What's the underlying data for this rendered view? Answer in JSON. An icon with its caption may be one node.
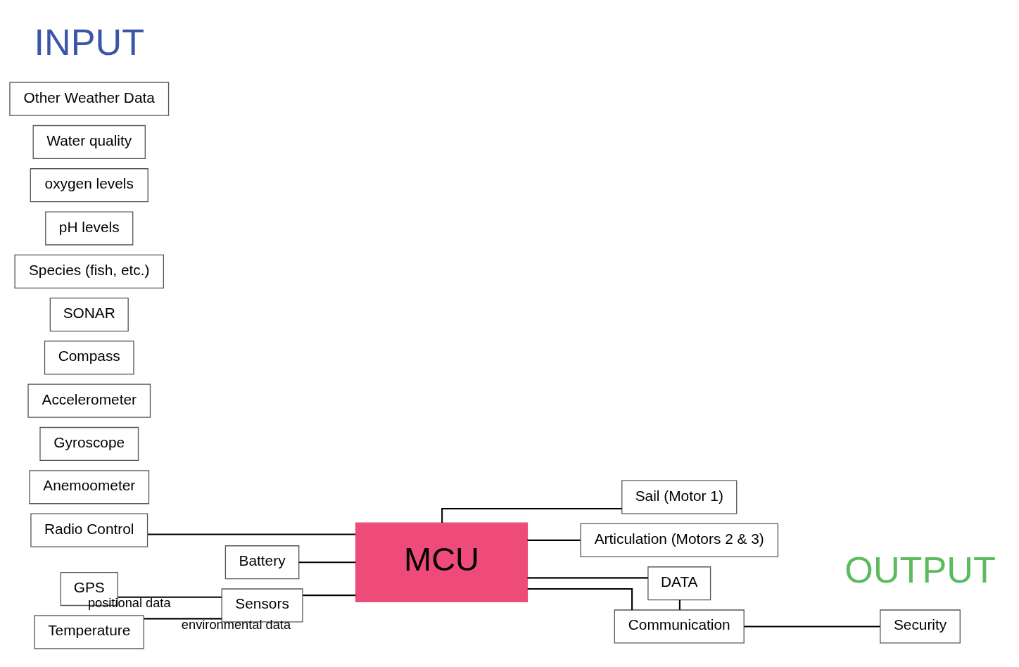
{
  "diagram": {
    "nodes": [
      {
        "text": [
          "Radio Control"
        ]
      },
      {
        "text": [
          "Battery"
        ]
      },
      {
        "text": [
          "MCU"
        ]
      },
      {
        "text": [
          "Sensors"
        ]
      },
      {
        "text": [
          "GPS"
        ]
      },
      {
        "text": [
          "Anemoometer"
        ]
      },
      {
        "text": [
          "Gyroscope"
        ]
      },
      {
        "text": [
          "Accelerometer"
        ]
      },
      {
        "text": [
          "Compass"
        ]
      },
      {
        "text": [
          "SONAR"
        ]
      },
      {
        "text": [
          "Temperature"
        ]
      },
      {
        "text": [
          "Species (fish, etc.)"
        ]
      },
      {
        "text": [
          "pH levels"
        ]
      },
      {
        "text": [
          "oxygen levels"
        ]
      },
      {
        "text": [
          "Water quality"
        ]
      },
      {
        "text": [
          "Other Weather Data"
        ]
      },
      {
        "text": [
          "Sail (Motor 1)"
        ]
      },
      {
        "text": [
          "Articulation (Motors 2 & 3)"
        ]
      },
      {
        "text": [
          "DATA"
        ]
      },
      {
        "text": [
          "Communication"
        ]
      },
      {
        "text": [
          "Security"
        ]
      }
    ],
    "edges": [
      {
        "from": 0,
        "to": 2,
        "arrow": "none"
      },
      {
        "from": 1,
        "to": 2,
        "arrow": "none"
      },
      {
        "from": 3,
        "to": 2,
        "arrow": "none"
      },
      {
        "from": 3,
        "to": 4,
        "arrow": "none",
        "label": "positional data"
      },
      {
        "from": 3,
        "to": 10,
        "arrow": "none",
        "label": "environmental data"
      },
      {
        "from": 2,
        "to": 16,
        "arrow": "none"
      },
      {
        "from": 2,
        "to": 17,
        "arrow": "none"
      },
      {
        "from": 2,
        "to": 18,
        "arrow": "none"
      },
      {
        "from": 2,
        "to": 19,
        "arrow": "none"
      },
      {
        "from": 18,
        "to": 19,
        "arrow": "none"
      },
      {
        "from": 19,
        "to": 20,
        "arrow": "none"
      }
    ],
    "labels": [
      "INPUT",
      "OUTPUT"
    ]
  }
}
